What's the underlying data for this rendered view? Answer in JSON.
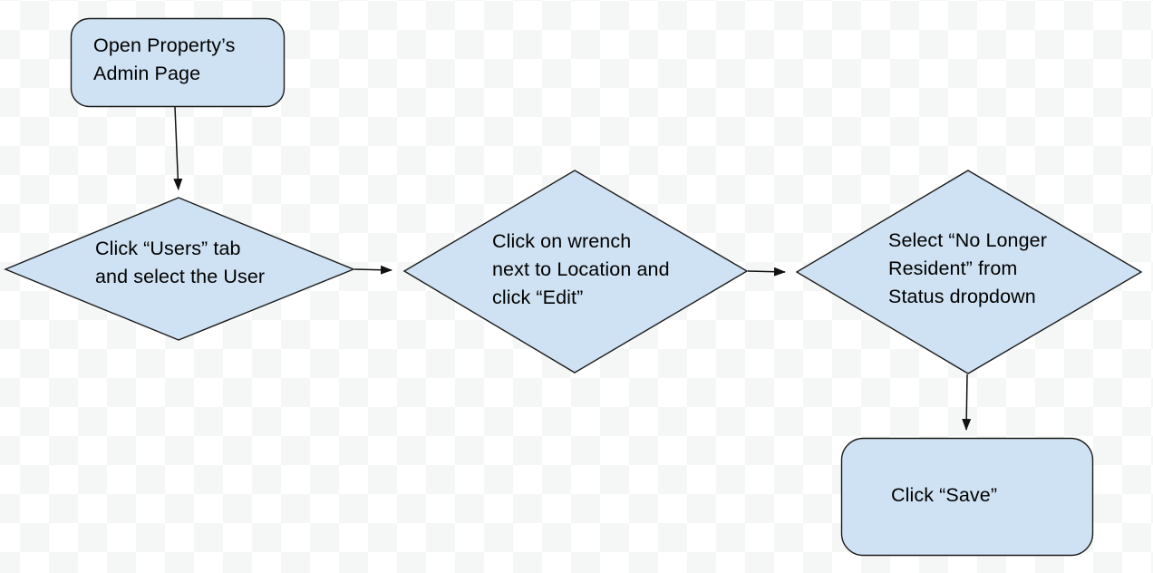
{
  "canvas": {
    "background_checker_light": "#ffffff",
    "background_checker_dark": "#f5f6f6",
    "node_fill_color": "#cfe2f3",
    "node_border_color": "#1c1c1c",
    "text_color": "#000000",
    "arrow_color": "#111111"
  },
  "flowchart": {
    "nodes": [
      {
        "id": "start",
        "shape": "rounded-rect",
        "text": "Open Property’s\nAdmin Page"
      },
      {
        "id": "decision-users",
        "shape": "diamond",
        "text": "Click “Users” tab\nand select the User"
      },
      {
        "id": "decision-wrench",
        "shape": "diamond",
        "text": "Click on wrench\nnext to Location and\nclick “Edit”"
      },
      {
        "id": "decision-status",
        "shape": "diamond",
        "text": "Select “No Longer\nResident” from\nStatus dropdown"
      },
      {
        "id": "save",
        "shape": "rounded-rect",
        "text": "Click “Save”"
      }
    ],
    "edges": [
      {
        "from": "start",
        "to": "decision-users",
        "direction": "down"
      },
      {
        "from": "decision-users",
        "to": "decision-wrench",
        "direction": "right"
      },
      {
        "from": "decision-wrench",
        "to": "decision-status",
        "direction": "right"
      },
      {
        "from": "decision-status",
        "to": "save",
        "direction": "down"
      }
    ]
  }
}
